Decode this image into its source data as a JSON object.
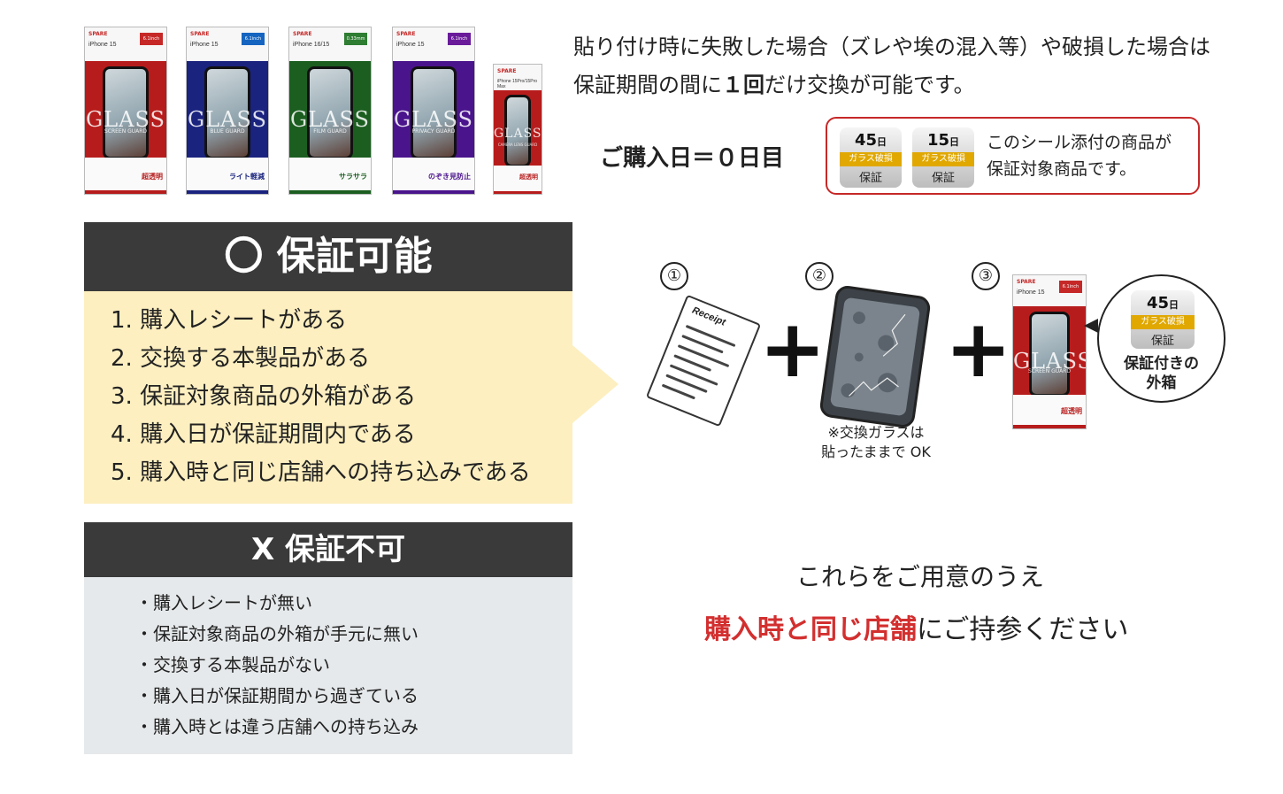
{
  "products": [
    {
      "model": "iPhone 15",
      "tag": "6.1inch",
      "tag_color": "#c62828",
      "glass": "GLASS",
      "sub": "SCREEN GUARD",
      "footer": "超透明",
      "theme": "#b71c1c"
    },
    {
      "model": "iPhone 15",
      "tag": "6.1inch",
      "tag_color": "#1565c0",
      "glass": "GLASS",
      "sub": "BLUE GUARD",
      "footer": "ライト軽減",
      "theme": "#1a237e"
    },
    {
      "model": "iPhone 16/15",
      "tag": "0.33mm",
      "tag_color": "#2e7d32",
      "glass": "GLASS",
      "sub": "FILM GUARD",
      "footer": "サラサラ",
      "theme": "#1b5e20"
    },
    {
      "model": "iPhone 15",
      "tag": "6.1inch",
      "tag_color": "#6a1b9a",
      "glass": "GLASS",
      "sub": "PRIVACY GUARD",
      "footer": "のぞき見防止",
      "theme": "#4a148c"
    },
    {
      "model": "iPhone 15Pro/15Pro Max",
      "tag": "",
      "tag_color": "#c62828",
      "glass": "GLASS",
      "sub": "CAMERA LENS GUARD",
      "footer": "超透明",
      "theme": "#b71c1c"
    }
  ],
  "brand": "SPARE",
  "intro": {
    "line1": "貼り付け時に失敗した場合（ズレや埃の混入等）や破損した場合は",
    "line2_pre": "保証期間の間に",
    "line2_bold": "１回",
    "line2_post": "だけ交換が可能です。"
  },
  "purchase_day": "ご購入日＝０日目",
  "seals": [
    {
      "num": "45",
      "unit": "日",
      "label": "ガラス破損",
      "bottom": "保証"
    },
    {
      "num": "15",
      "unit": "日",
      "label": "ガラス破損",
      "bottom": "保証"
    }
  ],
  "seal_note": {
    "line1": "このシール添付の商品が",
    "line2": "保証対象商品です。"
  },
  "ok": {
    "title": "〇 保証可能",
    "items": [
      "1. 購入レシートがある",
      "2. 交換する本製品がある",
      "3. 保証対象商品の外箱がある",
      "4. 購入日が保証期間内である",
      "5. 購入時と同じ店舗への持ち込みである"
    ]
  },
  "ng": {
    "title": "X 保証不可",
    "items": [
      "・購入レシートが無い",
      "・保証対象商品の外箱が手元に無い",
      "・交換する本製品がない",
      "・購入日が保証期間から過ぎている",
      "・購入時とは違う店舗への持ち込み"
    ]
  },
  "steps": {
    "n1": "①",
    "n2": "②",
    "n3": "③",
    "plus": "+",
    "receipt_label": "Receipt",
    "phone_note_1": "※交換ガラスは",
    "phone_note_2": "貼ったままで OK",
    "badge_num": "45",
    "badge_unit": "日",
    "badge_mid": "ガラス破損",
    "badge_bot": "保証",
    "badge_label_1": "保証付きの",
    "badge_label_2": "外箱"
  },
  "closing": {
    "line1": "これらをご用意のうえ",
    "emph": "購入時と同じ店舗",
    "rest": "にご持参ください"
  }
}
